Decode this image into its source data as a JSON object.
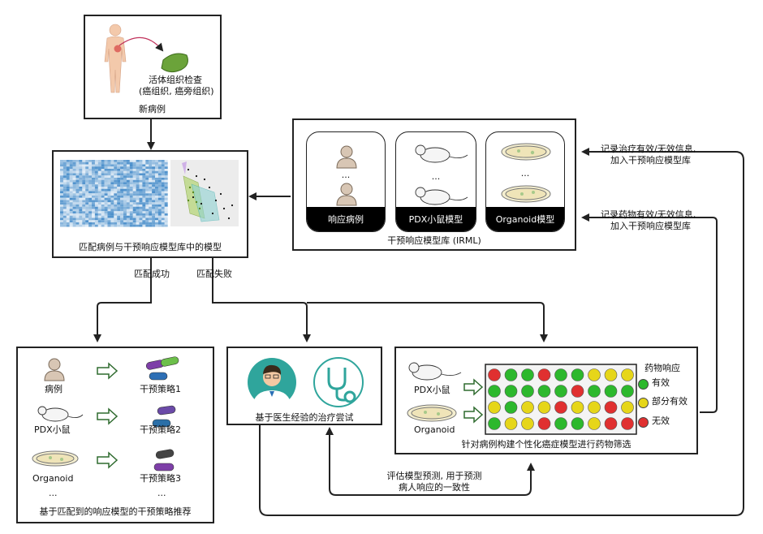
{
  "biopsy": {
    "title": "活体组织检查",
    "subtitle": "(癌组织, 癌旁组织)",
    "label": "新病例"
  },
  "match": {
    "label": "匹配病例与干预响应模型库中的模型"
  },
  "library": {
    "label": "干预响应模型库 (IRML)",
    "cards": [
      {
        "name": "响应病例",
        "ellipsis": "..."
      },
      {
        "name": "PDX小鼠模型",
        "ellipsis": "..."
      },
      {
        "name": "Organoid模型",
        "ellipsis": "..."
      }
    ]
  },
  "record_treatment": [
    "记录治疗有效/无效信息,",
    "加入干预响应模型库"
  ],
  "record_drug": [
    "记录药物有效/无效信息,",
    "加入干预响应模型库"
  ],
  "branch": {
    "success": "匹配成功",
    "fail": "匹配失败"
  },
  "recommend": {
    "label": "基于匹配到的响应模型的干预策略推荐",
    "rows": [
      {
        "model": "病例",
        "strategy": "干预策略1"
      },
      {
        "model": "PDX小鼠",
        "strategy": "干预策略2"
      },
      {
        "model": "Organoid",
        "strategy": "干预策略3"
      }
    ],
    "ellipsis_left": "...",
    "ellipsis_right": "..."
  },
  "doctor": {
    "label": "基于医生经验的治疗尝试"
  },
  "screen": {
    "label": "针对病例构建个性化癌症模型进行药物筛选",
    "models": [
      "PDX小鼠",
      "Organoid"
    ],
    "legend_title": "药物响应",
    "legend": [
      {
        "label": "有效",
        "color": "#2db82d"
      },
      {
        "label": "部分有效",
        "color": "#e6d619"
      },
      {
        "label": "无效",
        "color": "#e03030"
      }
    ],
    "grid": [
      [
        "r",
        "g",
        "g",
        "r",
        "g",
        "g",
        "y",
        "y",
        "y"
      ],
      [
        "g",
        "g",
        "g",
        "g",
        "g",
        "r",
        "g",
        "g",
        "g"
      ],
      [
        "y",
        "g",
        "y",
        "y",
        "r",
        "y",
        "y",
        "r",
        "y"
      ],
      [
        "g",
        "y",
        "y",
        "r",
        "g",
        "g",
        "y",
        "r",
        "r"
      ]
    ]
  },
  "evaluate": [
    "评估模型预测, 用于预测",
    "病人响应的一致性"
  ],
  "colors": {
    "green": "#2db82d",
    "yellow": "#e6d619",
    "red": "#e03030",
    "heatmap": "#6fa8d8"
  }
}
